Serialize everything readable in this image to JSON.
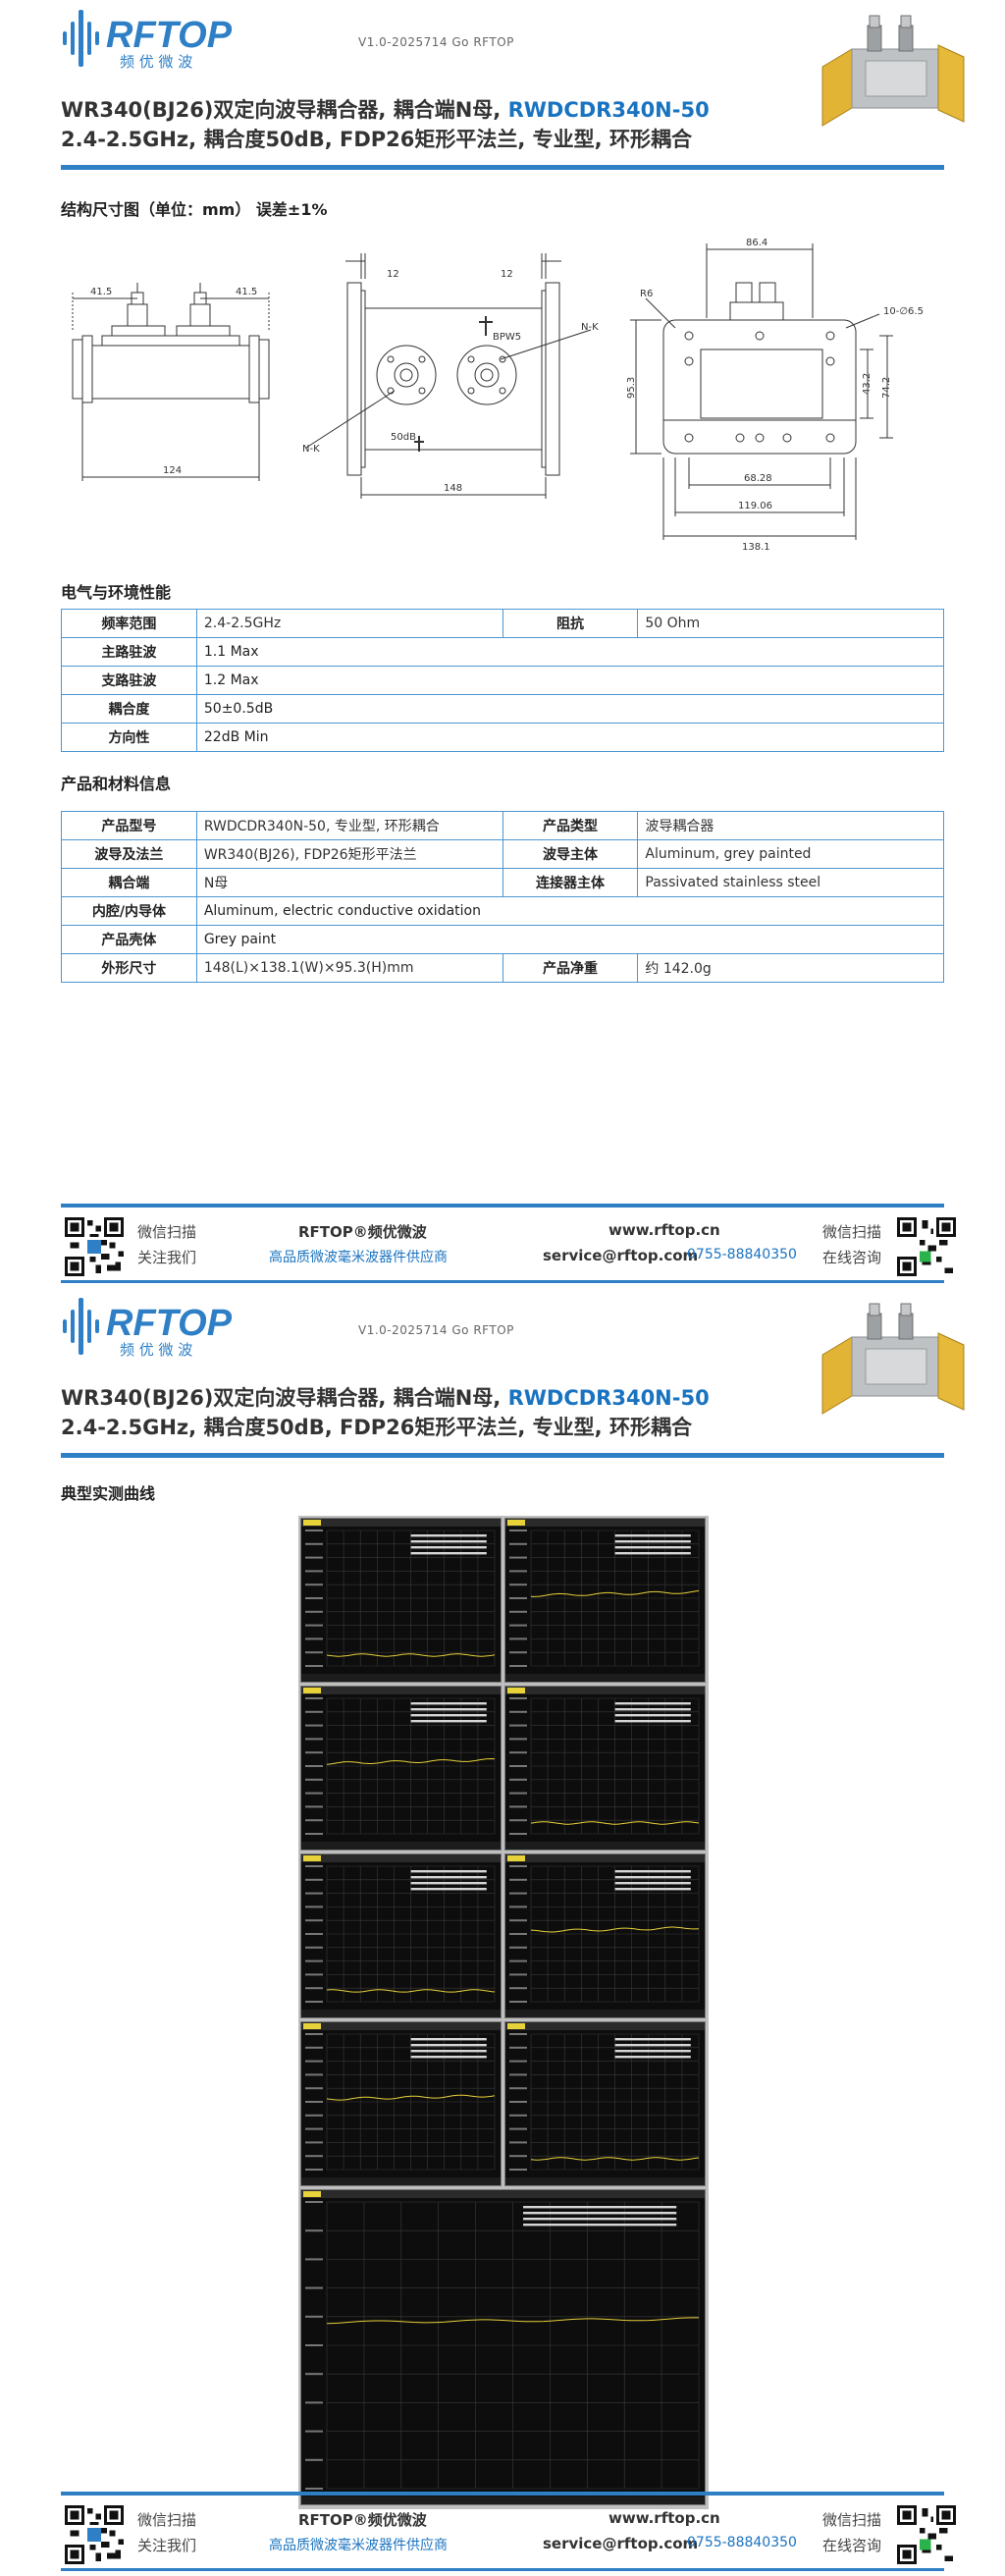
{
  "header": {
    "logo_text": "RFTOP",
    "logo_sub": "频 优 微 波",
    "version": "V1.0-2025714   Go RFTOP",
    "title_main": "WR340(BJ26)双定向波导耦合器, 耦合端N母, ",
    "title_model": "RWDCDR340N-50",
    "title_sub": "2.4-2.5GHz, 耦合度50dB, FDP26矩形平法兰, 专业型, 环形耦合"
  },
  "drawing": {
    "section_title": "结构尺寸图（单位：mm） 误差±1%",
    "dims": {
      "d41_5a": "41.5",
      "d41_5b": "41.5",
      "d124": "124",
      "d12a": "12",
      "d12b": "12",
      "d148": "148",
      "nk1": "N-K",
      "nk2": "N-K",
      "db50": "50dB",
      "bpw": "BPW5",
      "d86_4": "86.4",
      "r86": "R6",
      "d95_3": "95.3",
      "d43_2": "43.2",
      "d74_2": "74.2",
      "d10": "10-∅6.5",
      "d68_28": "68.28",
      "d119_06": "119.06",
      "d138_1": "138.1"
    }
  },
  "electrical": {
    "section_title": "电气与环境性能",
    "rows": [
      {
        "k": "频率范围",
        "v": "2.4-2.5GHz",
        "k2": "阻抗",
        "v2": "50 Ohm"
      },
      {
        "k": "主路驻波",
        "v": "1.1 Max"
      },
      {
        "k": "支路驻波",
        "v": "1.2 Max"
      },
      {
        "k": "耦合度",
        "v": "50±0.5dB"
      },
      {
        "k": "方向性",
        "v": "22dB Min"
      }
    ]
  },
  "material": {
    "section_title": "产品和材料信息",
    "rows": [
      {
        "k": "产品型号",
        "v": "RWDCDR340N-50, 专业型, 环形耦合",
        "k2": "产品类型",
        "v2": "波导耦合器"
      },
      {
        "k": "波导及法兰",
        "v": "WR340(BJ26), FDP26矩形平法兰",
        "k2": "波导主体",
        "v2": "Aluminum, grey painted"
      },
      {
        "k": "耦合端",
        "v": "N母",
        "k2": "连接器主体",
        "v2": "Passivated stainless steel"
      },
      {
        "k": "内腔/内导体",
        "v": "Aluminum, electric conductive oxidation"
      },
      {
        "k": "产品壳体",
        "v": "Grey paint"
      },
      {
        "k": "外形尺寸",
        "v": "148(L)×138.1(W)×95.3(H)mm",
        "k2": "产品净重",
        "v2": "约 142.0g"
      }
    ]
  },
  "curves": {
    "section_title": "典型实测曲线"
  },
  "footer": {
    "wechat_left_1": "微信扫描",
    "wechat_left_2": "关注我们",
    "brand": "RFTOP®频优微波",
    "slogan": "高品质微波毫米波器件供应商",
    "website": "www.rftop.cn",
    "email": "service@rftop.com",
    "phone": "0755-88840350",
    "wechat_right_1": "微信扫描",
    "wechat_right_2": "在线咨询"
  },
  "colors": {
    "brand_blue": "#2e7fc6",
    "model_blue": "#1a73c0"
  }
}
